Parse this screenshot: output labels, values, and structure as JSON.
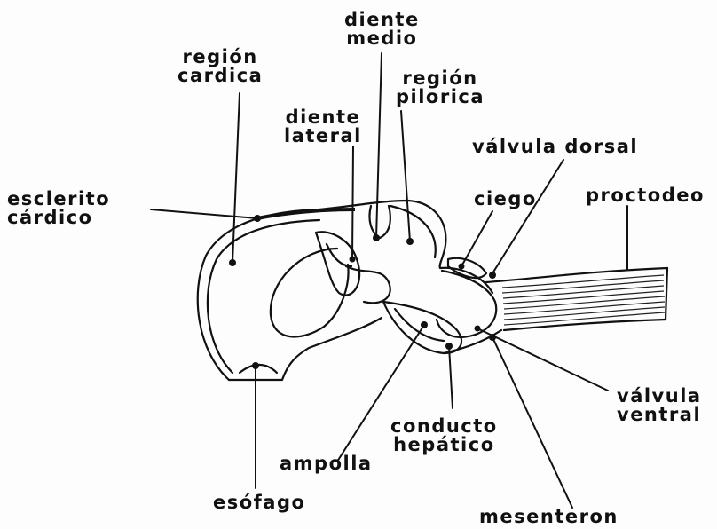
{
  "labels": {
    "diente_medio": [
      "diente",
      "medio"
    ],
    "region_cardica": [
      "región",
      "cardica"
    ],
    "region_pilorica": [
      "región",
      "pilorica"
    ],
    "diente_lateral": [
      "diente",
      "lateral"
    ],
    "valvula_dorsal": "válvula dorsal",
    "esclerito_cardico": [
      "esclerito",
      "cárdico"
    ],
    "ciego": "ciego",
    "proctodeo": "proctodeo",
    "valvula_ventral": [
      "válvula",
      "ventral"
    ],
    "conducto_hepatico": [
      "conducto",
      "hepático"
    ],
    "ampolla": "ampolla",
    "esofago": "esófago",
    "mesenteron": "mesenteron"
  }
}
